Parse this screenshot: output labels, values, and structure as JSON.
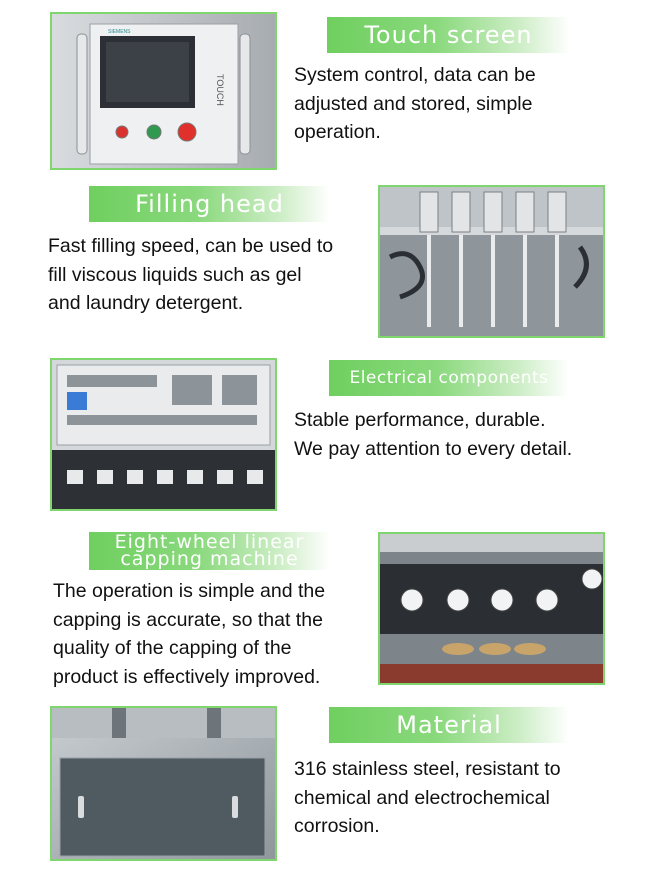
{
  "sections": [
    {
      "title": "Touch screen",
      "lines": [
        "System control, data can be",
        "adjusted and stored, simple",
        "operation."
      ]
    },
    {
      "title": "Filling head",
      "lines": [
        "Fast filling speed, can be used to",
        "fill viscous liquids such as gel",
        "and laundry detergent."
      ]
    },
    {
      "title": "Electrical components",
      "lines": [
        "Stable performance, durable.",
        "We pay attention to every detail."
      ]
    },
    {
      "title_lines": [
        "Eight-wheel linear",
        "capping machine"
      ],
      "lines": [
        "The operation is simple and the",
        "capping is accurate, so that the",
        "quality of  the capping of the",
        "product is effectively improved."
      ]
    },
    {
      "title": "Material",
      "lines": [
        "316 stainless steel, resistant to",
        "chemical and electrochemical",
        "corrosion."
      ]
    }
  ],
  "touch_panel": {
    "brand": "SIEMENS",
    "model": "TOUCH"
  },
  "colors": {
    "accent_green": "#7fd66f",
    "banner_start": "#6fcf5f",
    "stainless": "#b9bec2"
  }
}
